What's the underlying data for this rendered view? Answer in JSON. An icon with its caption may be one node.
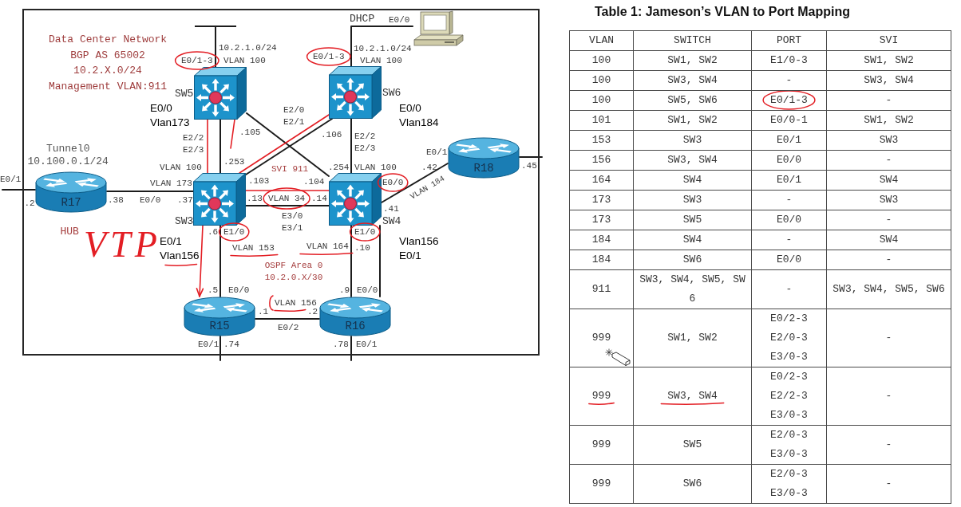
{
  "diagram": {
    "nodes": [
      {
        "text": [
          "Data Center Network BGP AS 65002 10.2.X.0/24 Management VLAN:911"
        ]
      },
      {
        "text": [],
        "shape": "picture",
        "in": 0
      },
      {
        "text": [
          "SW5"
        ],
        "in": 0
      },
      {
        "text": [
          "SW6"
        ],
        "in": 0
      },
      {
        "text": [
          "R18"
        ],
        "in": 0
      },
      {
        "text": [
          "R17"
        ],
        "beside": [
          "Tunnel0 10.100.0.1/24",
          "HUB"
        ],
        "in": 0
      },
      {
        "text": [
          "SW3"
        ],
        "in": 0
      },
      {
        "text": [
          "SW4"
        ],
        "in": 0
      },
      {
        "text": [
          "R15"
        ],
        "in": 0
      },
      {
        "text": [
          "R16"
        ],
        "in": 0
      }
    ],
    "edges": [
      {
        "from": 2,
        "to": null,
        "arrow": "other"
      },
      {
        "from": 3,
        "to": 1,
        "arrow": "none"
      },
      {
        "from": 2,
        "to": 6,
        "arrow": "none"
      },
      {
        "from": 3,
        "to": 7,
        "arrow": "none"
      },
      {
        "from": 2,
        "to": 7,
        "arrow": "none"
      },
      {
        "from": 3,
        "to": 6,
        "arrow": "none"
      },
      {
        "from": 5,
        "to": null,
        "arrow": "none"
      },
      {
        "from": 5,
        "to": 6,
        "arrow": "none"
      },
      {
        "from": 6,
        "to": 7,
        "arrow": "none"
      },
      {
        "from": 7,
        "to": 4,
        "arrow": "none"
      },
      {
        "from": 4,
        "to": null,
        "arrow": "none"
      },
      {
        "from": 6,
        "to": 8,
        "arrow": "none"
      },
      {
        "from": 7,
        "to": 9,
        "arrow": "none"
      },
      {
        "from": 7,
        "to": 9,
        "arrow": "none"
      },
      {
        "from": 8,
        "to": 9,
        "arrow": "none"
      },
      {
        "from": 8,
        "to": null,
        "arrow": "none"
      },
      {
        "from": 9,
        "to": null,
        "arrow": "none"
      },
      {
        "from": 2,
        "to": 6,
        "arrow": "none",
        "color": "#e31e24"
      },
      {
        "from": 2,
        "to": null,
        "arrow": "none",
        "color": "#e31e24"
      },
      {
        "from": 3,
        "to": 6,
        "arrow": "none",
        "color": "#e31e24"
      },
      {
        "from": 6,
        "to": 7,
        "arrow": "none",
        "color": "#e31e24"
      },
      {
        "from": 6,
        "to": 8,
        "arrow": "to",
        "color": "#e31e24"
      }
    ],
    "labels": [
      "DHCP",
      "E0/0",
      "10.2.1.0/24",
      "10.2.1.0/24",
      "E0/1-3",
      "VLAN 100",
      "E0/1-3",
      "VLAN 100",
      "E0/0 Vlan173",
      "E2/0 E2/1",
      "E0/0 Vlan184",
      "E2/2 E2/3",
      ".105",
      ".106",
      "E2/2 E2/3",
      "E0/1",
      "VLAN 100",
      ".253",
      "SVI 911",
      ".254",
      "VLAN 100",
      ".42",
      ".45",
      "E0/1",
      "VLAN 173",
      ".103",
      ".104",
      "E0/0",
      ".2",
      ".38",
      "E0/0",
      ".37",
      ".13",
      "VLAN 34",
      ".14",
      "VLAN 184",
      "E3/0 E3/1",
      ".41",
      ".6",
      "E1/0",
      "E1/0",
      "VTP",
      "E0/1 Vlan156",
      "VLAN 153",
      "VLAN 164",
      ".10",
      "Vlan156 E0/1",
      "OSPF Area 0 10.2.0.X/30",
      ".5",
      "E0/0",
      ".9",
      "E0/0",
      ".1",
      "VLAN 156",
      ".2",
      "E0/2",
      "E0/1",
      ".74",
      ".78",
      "E0/1",
      "Table 1: Jameson’s VLAN to Port Mapping",
      "VLAN",
      "SWITCH",
      "PORT",
      "SVI",
      "100",
      "SW1, SW2",
      "E1/0-3",
      "SW1, SW2",
      "100",
      "SW3, SW4",
      "-",
      "SW3, SW4",
      "100",
      "SW5, SW6",
      "E0/1-3",
      "-",
      "101",
      "SW1, SW2",
      "E0/0-1",
      "SW1, SW2",
      "153",
      "SW3",
      "E0/1",
      "SW3",
      "156",
      "SW3, SW4",
      "E0/0",
      "-",
      "164",
      "SW4",
      "E0/1",
      "SW4",
      "173",
      "SW3",
      "-",
      "SW3",
      "173",
      "SW5",
      "E0/0",
      "-",
      "184",
      "SW4",
      "-",
      "SW4",
      "184",
      "SW6",
      "E0/0",
      "-",
      "911",
      "SW3, SW4, SW5, SW6",
      "-",
      "SW3, SW4, SW5, SW6",
      "999",
      "SW1, SW2",
      "E0/2-3 E2/0-3 E3/0-3",
      "-",
      "999",
      "SW3, SW4",
      "E0/2-3 E2/2-3 E3/0-3",
      "-",
      "999",
      "SW5",
      "E2/0-3 E3/0-3",
      "-",
      "999",
      "SW6",
      "E2/0-3 E3/0-3",
      "-"
    ]
  }
}
